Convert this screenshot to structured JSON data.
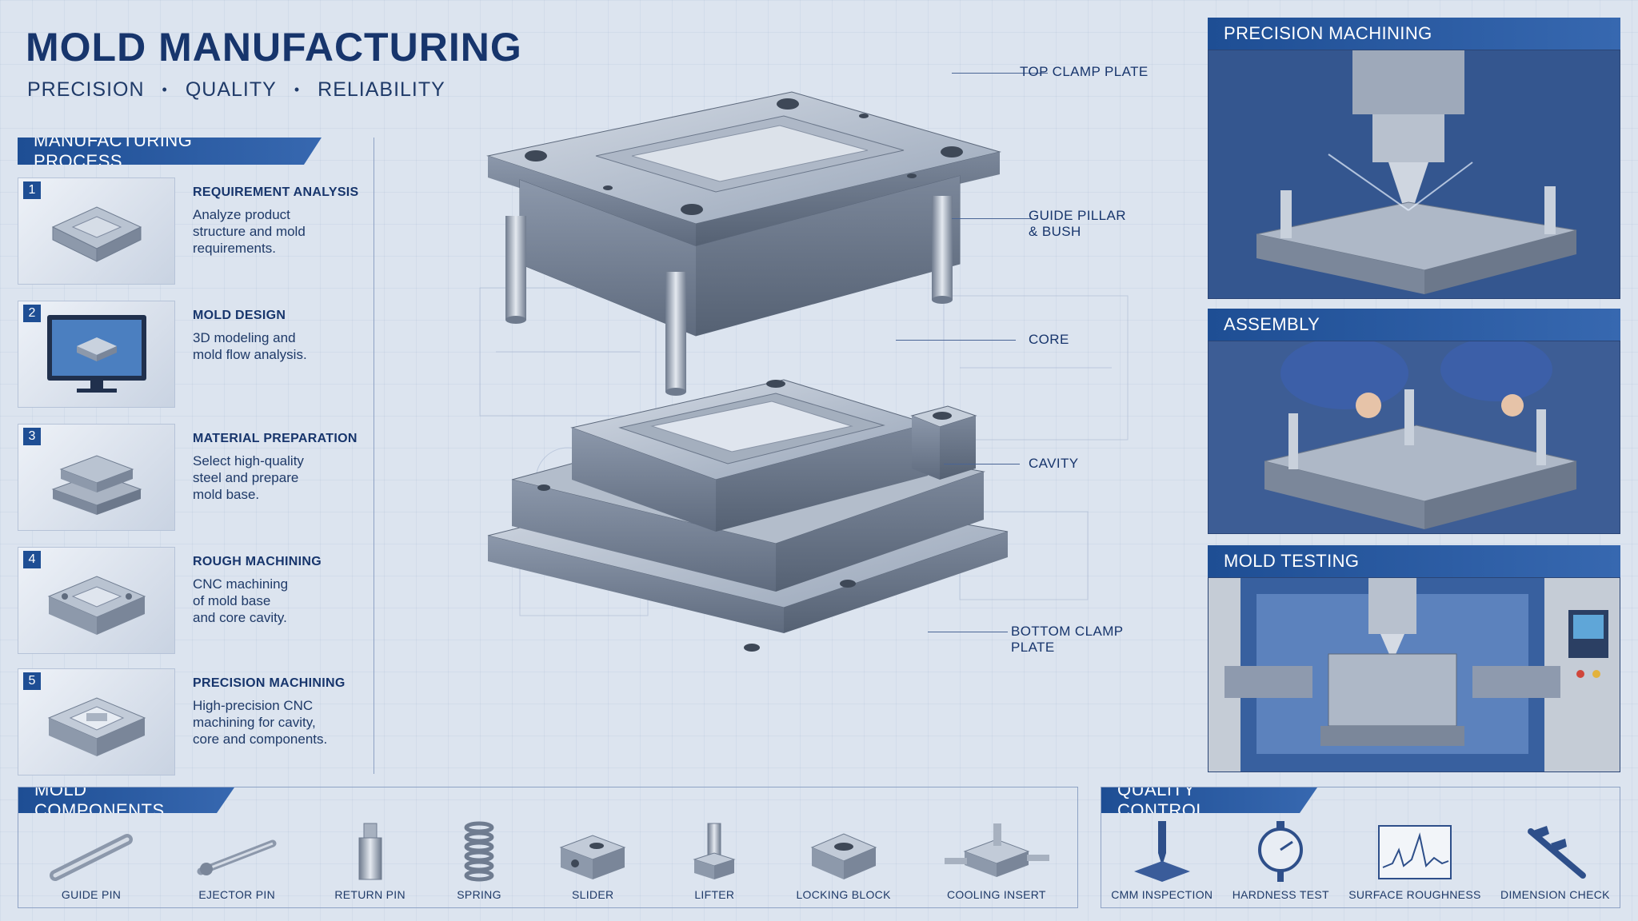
{
  "header": {
    "title": "MOLD MANUFACTURING",
    "subtitle_parts": [
      "PRECISION",
      "QUALITY",
      "RELIABILITY"
    ],
    "separator": "•"
  },
  "process": {
    "heading": "MANUFACTURING PROCESS",
    "steps": [
      {
        "number": "1",
        "title": "REQUIREMENT ANALYSIS",
        "desc": "Analyze product\nstructure and mold\nrequirements."
      },
      {
        "number": "2",
        "title": "MOLD DESIGN",
        "desc": "3D modeling and\nmold flow analysis."
      },
      {
        "number": "3",
        "title": "MATERIAL PREPARATION",
        "desc": "Select high-quality\nsteel and prepare\nmold base."
      },
      {
        "number": "4",
        "title": "ROUGH MACHINING",
        "desc": "CNC machining\nof mold base\nand core cavity."
      },
      {
        "number": "5",
        "title": "PRECISION MACHINING",
        "desc": "High-precision CNC\nmachining for cavity,\ncore and components."
      }
    ]
  },
  "diagram": {
    "callouts": {
      "top_clamp": "TOP CLAMP PLATE",
      "guide_pillar": "GUIDE PILLAR\n& BUSH",
      "core": "CORE",
      "cavity": "CAVITY",
      "bottom_clamp": "BOTTOM CLAMP PLATE"
    }
  },
  "photos": {
    "precision": "PRECISION MACHINING",
    "assembly": "ASSEMBLY",
    "testing": "MOLD TESTING"
  },
  "components": {
    "heading": "MOLD COMPONENTS",
    "items": [
      "GUIDE PIN",
      "EJECTOR PIN",
      "RETURN PIN",
      "SPRING",
      "SLIDER",
      "LIFTER",
      "LOCKING BLOCK",
      "COOLING INSERT"
    ]
  },
  "quality": {
    "heading": "QUALITY CONTROL",
    "items": [
      "CMM INSPECTION",
      "HARDNESS TEST",
      "SURFACE ROUGHNESS",
      "DIMENSION CHECK"
    ]
  },
  "colors": {
    "accent": "#1e4e94",
    "title": "#17356c",
    "background": "#dce4ef",
    "steel": "#9aa7b8"
  }
}
